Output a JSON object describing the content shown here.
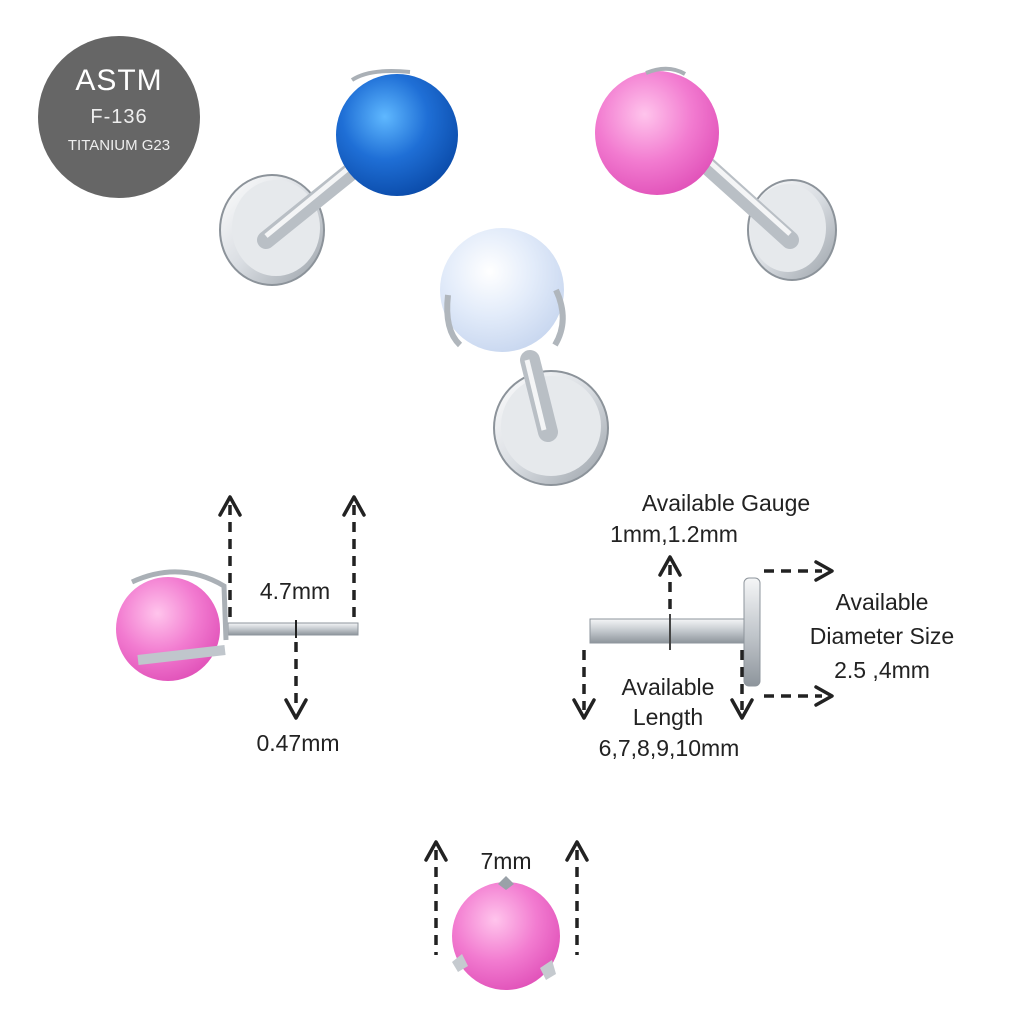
{
  "badge": {
    "line1": "ASTM",
    "line2": "F-136",
    "line3": "TITANIUM G23",
    "color": "#666666"
  },
  "products": [
    {
      "name": "blue-opal-labret",
      "stone_color": "#1f6fd6"
    },
    {
      "name": "pink-opal-labret",
      "stone_color": "#f27bd0"
    },
    {
      "name": "white-opal-labret",
      "stone_color": "#e6eefa"
    }
  ],
  "dimensions": {
    "bar_length": "4.7mm",
    "bar_thickness": "0.47mm",
    "gauge_title": "Available Gauge",
    "gauge_values": "1mm,1.2mm",
    "diameter_title_1": "Available",
    "diameter_title_2": "Diameter Size",
    "diameter_values": "2.5 ,4mm",
    "length_title_1": "Available",
    "length_title_2": "Length",
    "length_values": "6,7,8,9,10mm",
    "stone_size": "7mm"
  }
}
